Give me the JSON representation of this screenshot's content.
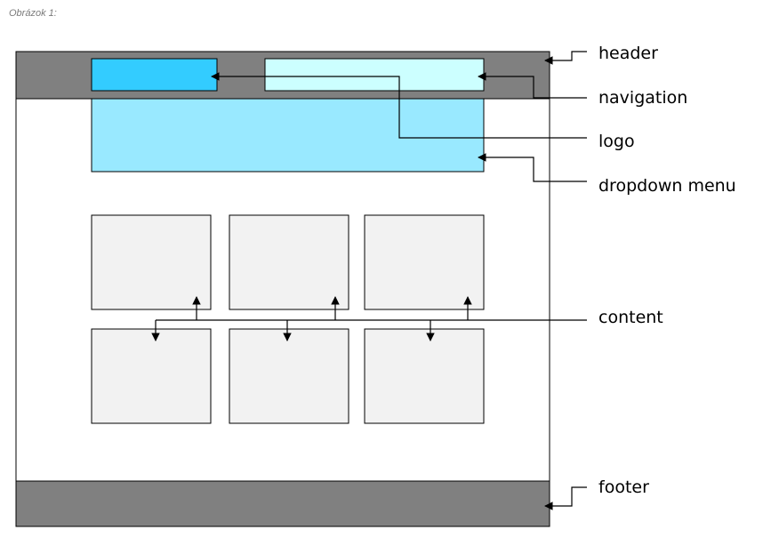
{
  "caption": "Obrázok 1:",
  "labels": {
    "header": "header",
    "navigation": "navigation",
    "logo": "logo",
    "dropdown": "dropdown menu",
    "content": "content",
    "footer": "footer"
  },
  "colors": {
    "header_bar": "#808080",
    "footer_bar": "#808080",
    "logo_box": "#33CCFF",
    "navigation_box": "#CCFFFF",
    "dropdown_box": "#99E9FF",
    "content_box": "#F2F2F2",
    "outline": "#000000",
    "page_bg": "#FFFFFF"
  }
}
